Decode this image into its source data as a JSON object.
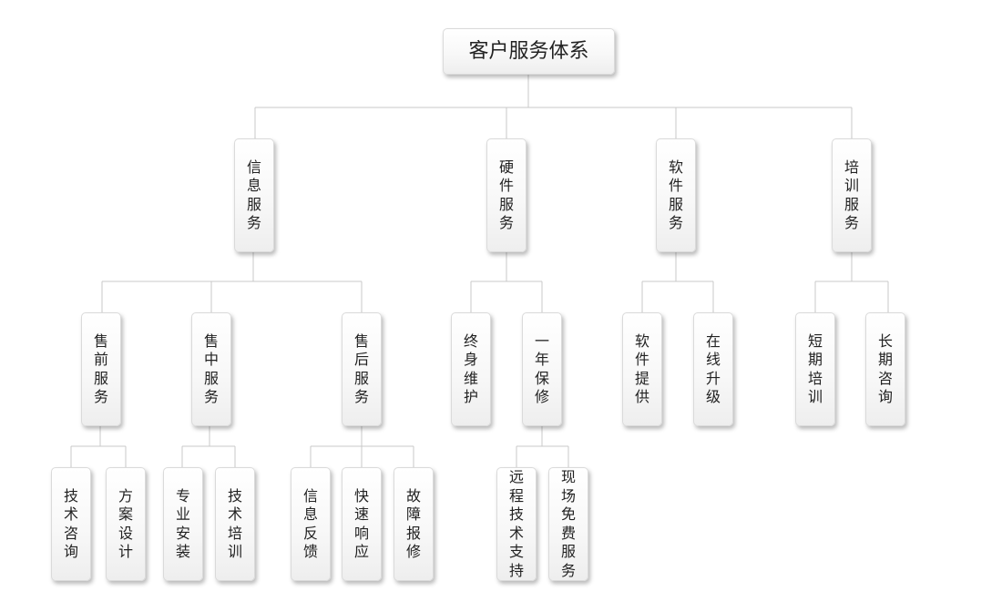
{
  "diagram": {
    "root": "客户服务体系",
    "branches": [
      {
        "label": "信息服务",
        "children": [
          {
            "label": "售前服务",
            "children": [
              "技术咨询",
              "方案设计"
            ]
          },
          {
            "label": "售中服务",
            "children": [
              "专业安装",
              "技术培训"
            ]
          },
          {
            "label": "售后服务",
            "children": [
              "信息反馈",
              "快速响应",
              "故障报修"
            ]
          }
        ]
      },
      {
        "label": "硬件服务",
        "children": [
          {
            "label": "终身维护",
            "children": []
          },
          {
            "label": "一年保修",
            "children": [
              "远程技术支持",
              "现场免费服务"
            ]
          }
        ]
      },
      {
        "label": "软件服务",
        "children": [
          {
            "label": "软件提供",
            "children": []
          },
          {
            "label": "在线升级",
            "children": []
          }
        ]
      },
      {
        "label": "培训服务",
        "children": [
          {
            "label": "短期培训",
            "children": []
          },
          {
            "label": "长期咨询",
            "children": []
          }
        ]
      }
    ]
  }
}
